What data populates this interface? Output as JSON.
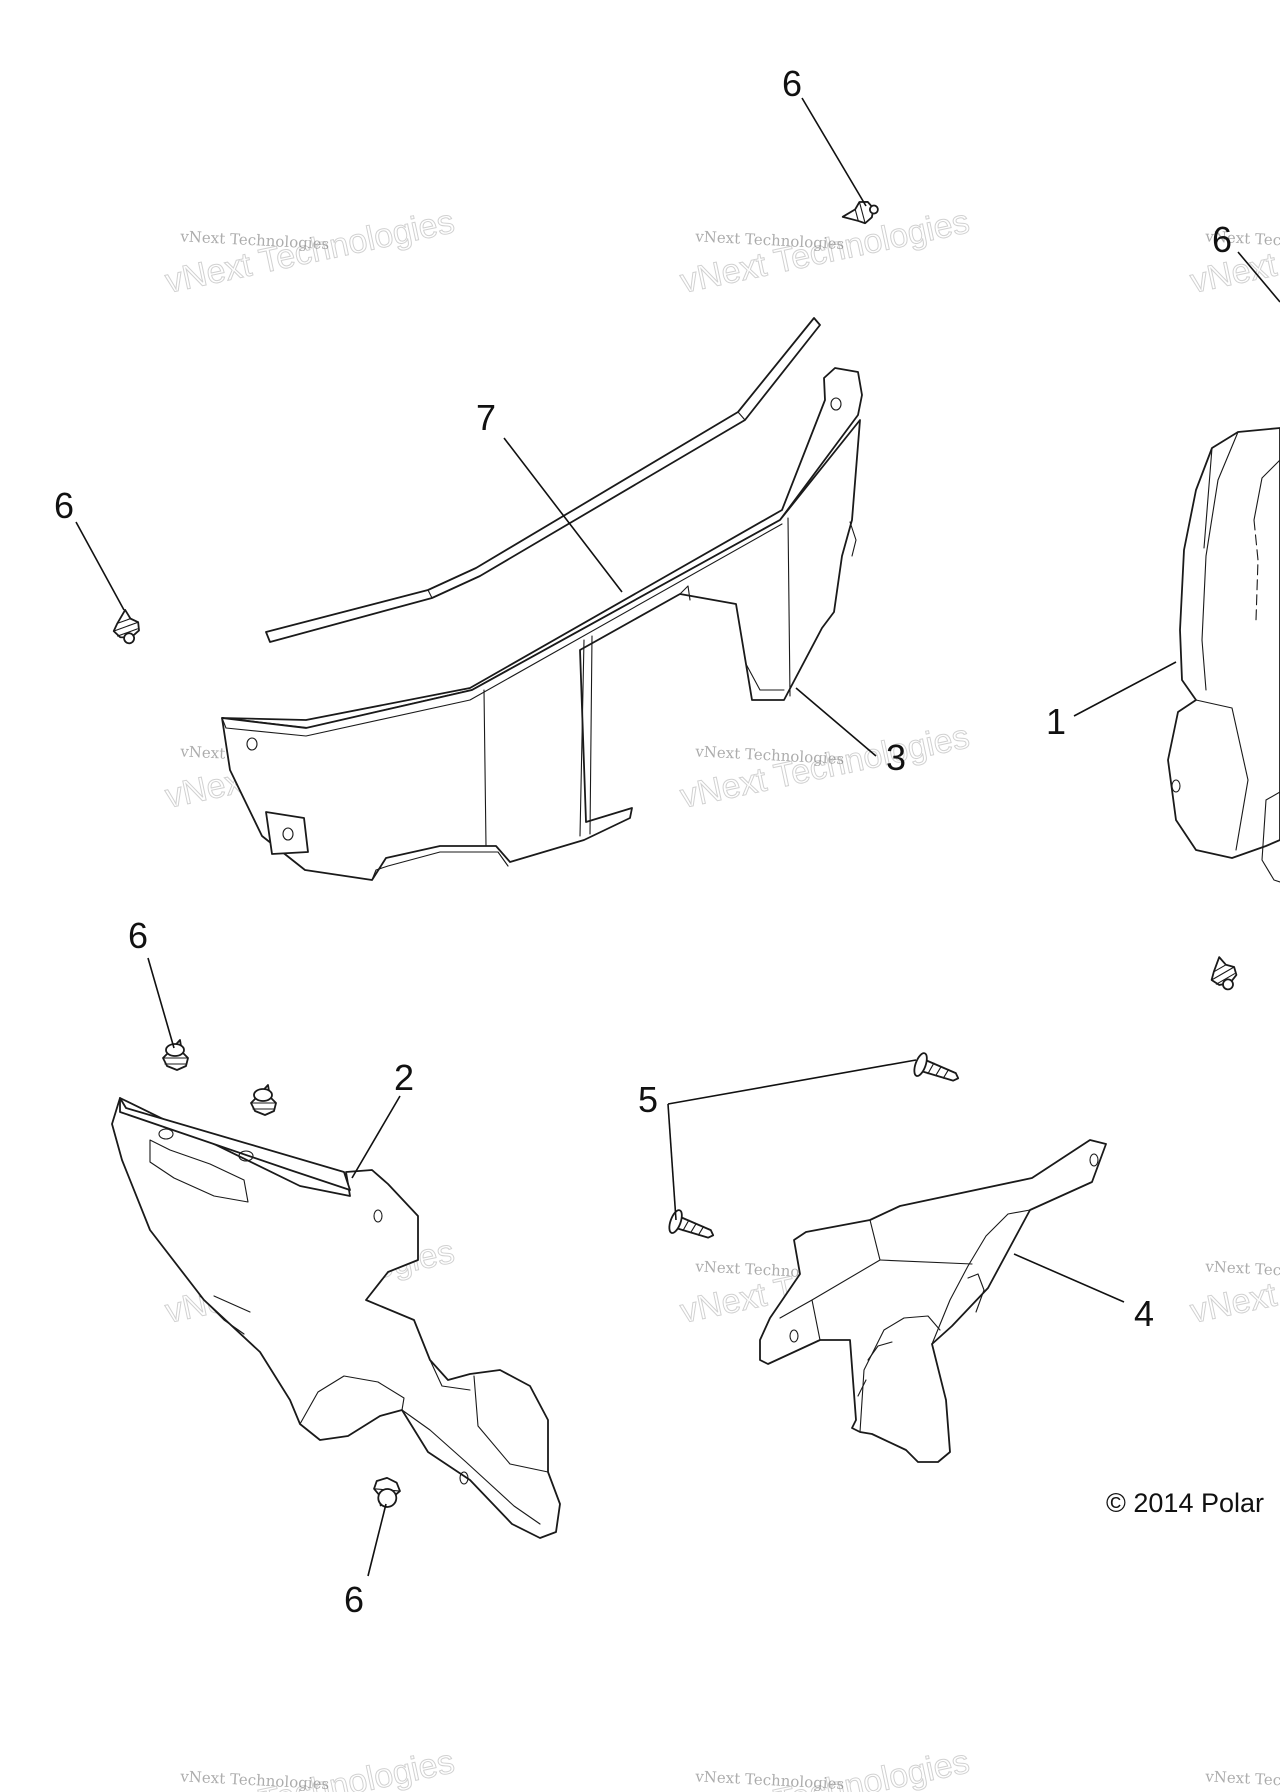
{
  "callouts": {
    "c1": "1",
    "c2": "2",
    "c3": "3",
    "c4": "4",
    "c5": "5",
    "c6a": "6",
    "c6b": "6",
    "c6c": "6",
    "c6d": "6",
    "c6e": "6",
    "c7": "7"
  },
  "copyright": "© 2014 Polar",
  "watermark": {
    "small": "vNext Technologies",
    "large": "vNext Technologies"
  }
}
